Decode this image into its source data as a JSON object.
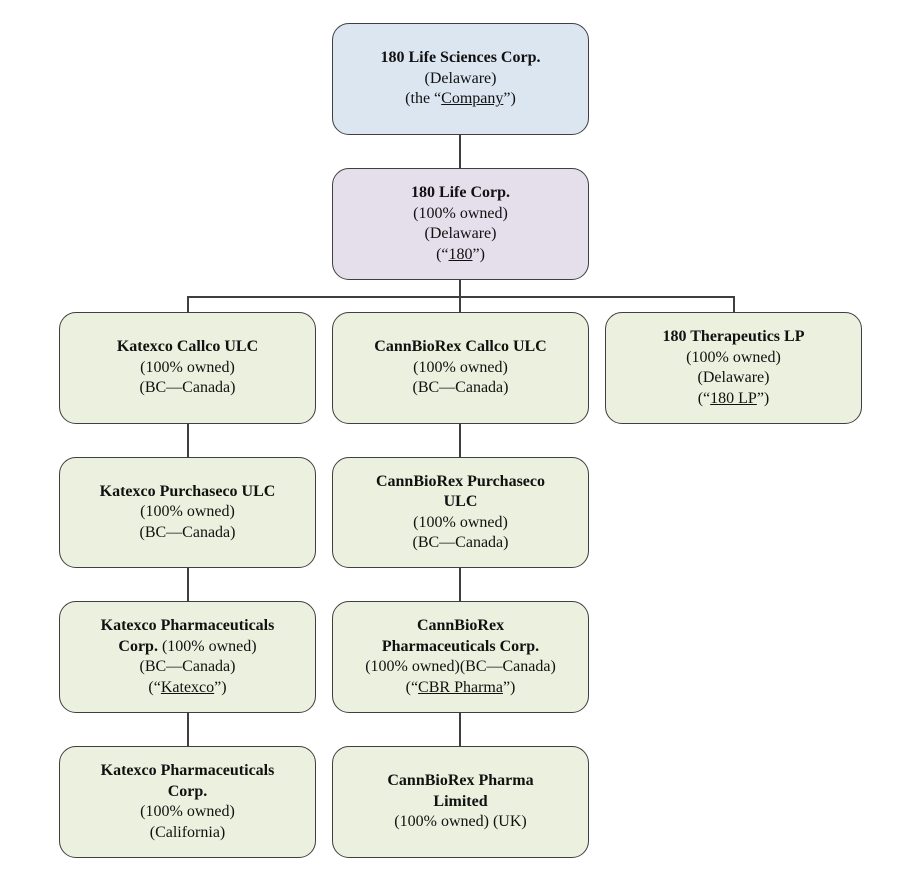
{
  "colors": {
    "parent": "#dce6f1",
    "holding": "#e5dfec",
    "subsidiary": "#ebf1de",
    "border": "#3f3f3f"
  },
  "nodes": {
    "parent": {
      "name": "180 Life Sciences Corp.",
      "jurisdiction": "(Delaware)",
      "alias_prefix": "(the “",
      "alias": "Company",
      "alias_suffix": "”)"
    },
    "life_corp": {
      "name": "180 Life Corp.",
      "ownership": "(100% owned)",
      "jurisdiction": "(Delaware)",
      "alias_prefix": "(“",
      "alias": "180",
      "alias_suffix": "”)"
    },
    "katexco_callco": {
      "name": "Katexco Callco ULC",
      "ownership": "(100% owned)",
      "jurisdiction": "(BC—Canada)"
    },
    "cbr_callco": {
      "name": "CannBioRex Callco ULC",
      "ownership": "(100% owned)",
      "jurisdiction": "(BC—Canada)"
    },
    "therapeutics": {
      "name": "180 Therapeutics LP",
      "ownership": "(100% owned)",
      "jurisdiction": "(Delaware)",
      "alias_prefix": "(“",
      "alias": "180 LP",
      "alias_suffix": "”)"
    },
    "katexco_purchaseco": {
      "name": "Katexco Purchaseco ULC",
      "ownership": "(100% owned)",
      "jurisdiction": "(BC—Canada)"
    },
    "cbr_purchaseco": {
      "name_line1": "CannBioRex Purchaseco",
      "name_line2": "ULC",
      "ownership": "(100% owned)",
      "jurisdiction": "(BC—Canada)"
    },
    "katexco_pharma_bc": {
      "name_line1": "Katexco Pharmaceuticals",
      "name_line2": "Corp.",
      "ownership": " (100% owned)",
      "jurisdiction": "(BC—Canada)",
      "alias_prefix": "(“",
      "alias": "Katexco",
      "alias_suffix": "”)"
    },
    "cbr_pharma_corp": {
      "name_line1": "CannBioRex",
      "name_line2": "Pharmaceuticals Corp.",
      "ownership_jurisdiction": "(100% owned)(BC—Canada)",
      "alias_prefix": "(“",
      "alias": "CBR Pharma",
      "alias_suffix": "”)"
    },
    "katexco_pharma_ca": {
      "name_line1": "Katexco Pharmaceuticals",
      "name_line2": "Corp.",
      "ownership": "(100% owned)",
      "jurisdiction": "(California)"
    },
    "cbr_pharma_ltd": {
      "name_line1": "CannBioRex Pharma",
      "name_line2": "Limited",
      "ownership_jurisdiction": "(100% owned) (UK)"
    }
  }
}
